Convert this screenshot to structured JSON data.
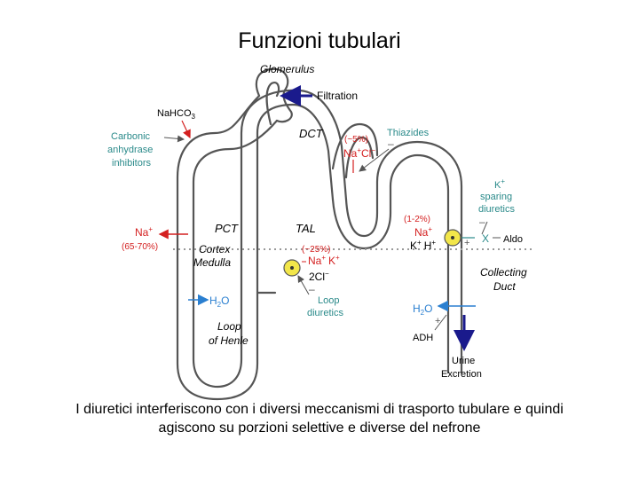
{
  "slide": {
    "title": "Funzioni tubulari",
    "caption_line1": "I diuretici interferiscono con i diversi meccanismi di trasporto tubulare e quindi",
    "caption_line2": "agiscono su porzioni selettive e diverse del nefrone"
  },
  "diagram": {
    "segments": {
      "glomerulus": "Glomerulus",
      "dct": "DCT",
      "pct": "PCT",
      "tal": "TAL",
      "cortex": "Cortex",
      "medulla": "Medulla",
      "loop_line1": "Loop",
      "loop_line2": "of Henle",
      "collecting_line1": "Collecting",
      "collecting_line2": "Duct",
      "urine_line1": "Urine",
      "urine_line2": "Excretion"
    },
    "filtration": "Filtration",
    "pct_labels": {
      "nahco3_main": "NaHCO",
      "nahco3_sub": "3",
      "na": "Na",
      "na_sup": "+",
      "na_pct": "(65-70%)",
      "h2o_h": "H",
      "h2o_sub": "2",
      "h2o_o": "O"
    },
    "carbonic": {
      "line1": "Carbonic",
      "line2": "anhydrase",
      "line3": "inhibitors"
    },
    "dct_labels": {
      "pct": "(~5%)",
      "nacl": "Na",
      "nacl_sup": "+",
      "cl": "Cl",
      "cl_sup": "−",
      "thiazides": "Thiazides",
      "minus": "–"
    },
    "tal_labels": {
      "pct": "(~25%)",
      "na": "Na",
      "na_sup": "+",
      "k": "K",
      "k_sup": "+",
      "cl2": "2Cl",
      "cl2_sup": "−",
      "loop_diuretics_line1": "Loop",
      "loop_diuretics_line2": "diuretics",
      "minus": "–"
    },
    "cd_labels": {
      "pct": "(1-2%)",
      "na": "Na",
      "na_sup": "+",
      "k": "K",
      "k_sup": "+",
      "h": "H",
      "h_sup": "+",
      "x": "X",
      "aldo": "Aldo",
      "ksparing_k": "K",
      "ksparing_sup": "+",
      "ksparing_line2": "sparing",
      "ksparing_line3": "diuretics",
      "minus": "–",
      "h2o_h": "H",
      "h2o_sub": "2",
      "h2o_o": "O",
      "adh": "ADH",
      "plus": "+"
    },
    "colors": {
      "tubule_outline": "#555555",
      "drug_red": "#d42020",
      "blue_arrow": "#1a1a8c",
      "water_blue": "#2a7fd0",
      "teal_label": "#2a8a8a",
      "pump_yellow": "#f2e64a"
    }
  }
}
